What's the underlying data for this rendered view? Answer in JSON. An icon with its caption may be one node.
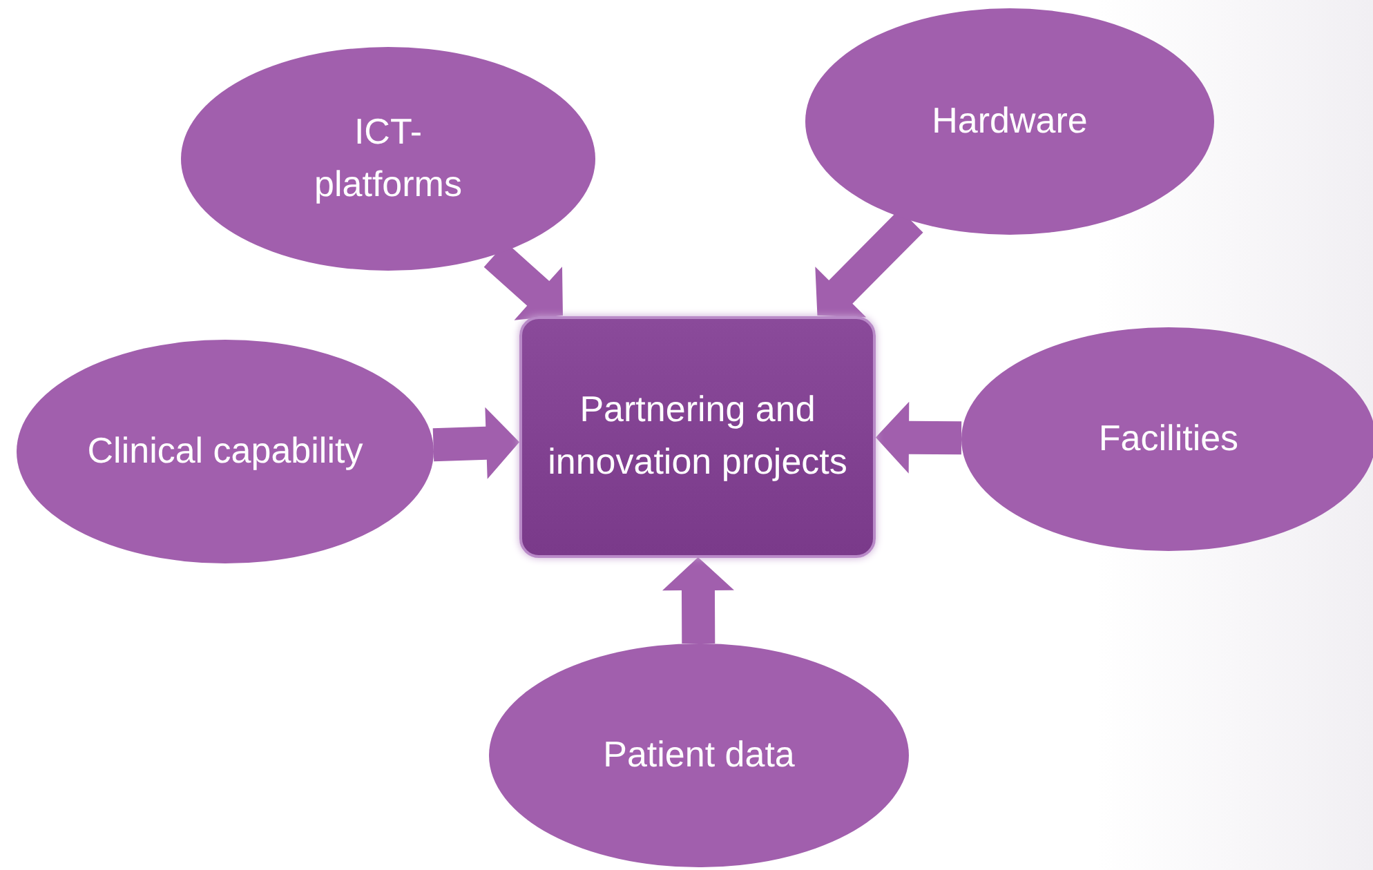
{
  "diagram": {
    "nodes": [
      {
        "text": [
          "Partnering and innovation projects"
        ]
      },
      {
        "text": [
          "ICT- platforms"
        ]
      },
      {
        "text": [
          "Hardware"
        ]
      },
      {
        "text": [
          "Clinical capability"
        ]
      },
      {
        "text": [
          "Facilities"
        ]
      },
      {
        "text": [
          "Patient data"
        ]
      }
    ],
    "edges": [
      {
        "from": 1,
        "to": 0,
        "arrow": "to"
      },
      {
        "from": 2,
        "to": 0,
        "arrow": "to"
      },
      {
        "from": 3,
        "to": 0,
        "arrow": "to"
      },
      {
        "from": 4,
        "to": 0,
        "arrow": "to"
      },
      {
        "from": 5,
        "to": 0,
        "arrow": "to"
      }
    ]
  }
}
